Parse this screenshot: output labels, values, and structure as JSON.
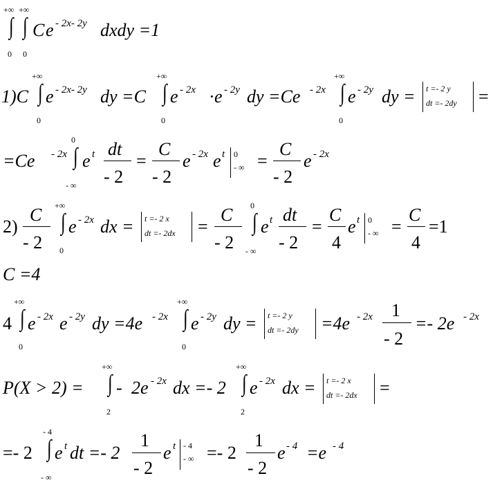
{
  "pos_inf": "+∞",
  "neg_inf": "- ∞",
  "zero": "0",
  "two": "2",
  "neg_four": "- 4",
  "integral": "∫",
  "eq0": {
    "C": "C",
    "e": "e",
    "exp": "- 2x- 2y",
    "tail": "dxdy =1"
  },
  "eq1": {
    "lead": "1)C",
    "e": "e",
    "exp1": "- 2x- 2y",
    "dy1": "dy =C",
    "exp2": "- 2x",
    "dot": "·",
    "exp3": "- 2y",
    "dy2": "dy =Ce",
    "exp4": "- 2x",
    "exp5": "- 2y",
    "dy3": "dy =",
    "sub_t": "t =- 2 y",
    "sub_dt": "dt =- 2dy",
    "eq": "="
  },
  "eq2": {
    "lead": "=Ce",
    "exp1": "- 2x",
    "e": "e",
    "t": "t",
    "dt": "dt",
    "m2": "- 2",
    "eq": "=",
    "C": "C",
    "exp2": "- 2x",
    "eval_top": "0",
    "eval_bot": "- ∞",
    "exp3": "- 2x"
  },
  "eq3": {
    "lead": "2)",
    "C": "C",
    "m2": "- 2",
    "e": "e",
    "exp": "- 2x",
    "dx": "dx =",
    "sub_t": "t =- 2 x",
    "sub_dt": "dt =- 2dx",
    "eq": "=",
    "t": "t",
    "dt": "dt",
    "four": "4",
    "eval_top": "0",
    "eval_bot": "- ∞",
    "one": "=1"
  },
  "eq4": {
    "text": "C =4"
  },
  "eq5": {
    "lead": "4",
    "e": "e",
    "exp1": "- 2x",
    "exp2": "- 2y",
    "dy": "dy =4e",
    "exp3": "- 2x",
    "exp4": "- 2y",
    "dy2": "dy =",
    "sub_t": "t =- 2 y",
    "sub_dt": "dt =- 2dy",
    "eq4": "=4e",
    "exp5": "- 2x",
    "one": "1",
    "m2": "- 2",
    "res": "=- 2e",
    "exp6": "- 2x"
  },
  "eq6": {
    "lead": "P(X > 2) =",
    "minus": "-",
    "body": "2e",
    "exp1": "- 2x",
    "dx": "dx =- 2",
    "e": "e",
    "exp2": "- 2x",
    "dx2": "dx =",
    "sub_t": "t =- 2 x",
    "sub_dt": "dt =- 2dx",
    "eq": "="
  },
  "eq7": {
    "lead": "=- 2",
    "e": "e",
    "t": "t",
    "dt": "dt =- 2",
    "one": "1",
    "m2": "- 2",
    "eval_top": "- 4",
    "eval_bot": "- ∞",
    "m2b": "=- 2",
    "exp": "- 4",
    "res": "=e",
    "exp2": "- 4"
  }
}
